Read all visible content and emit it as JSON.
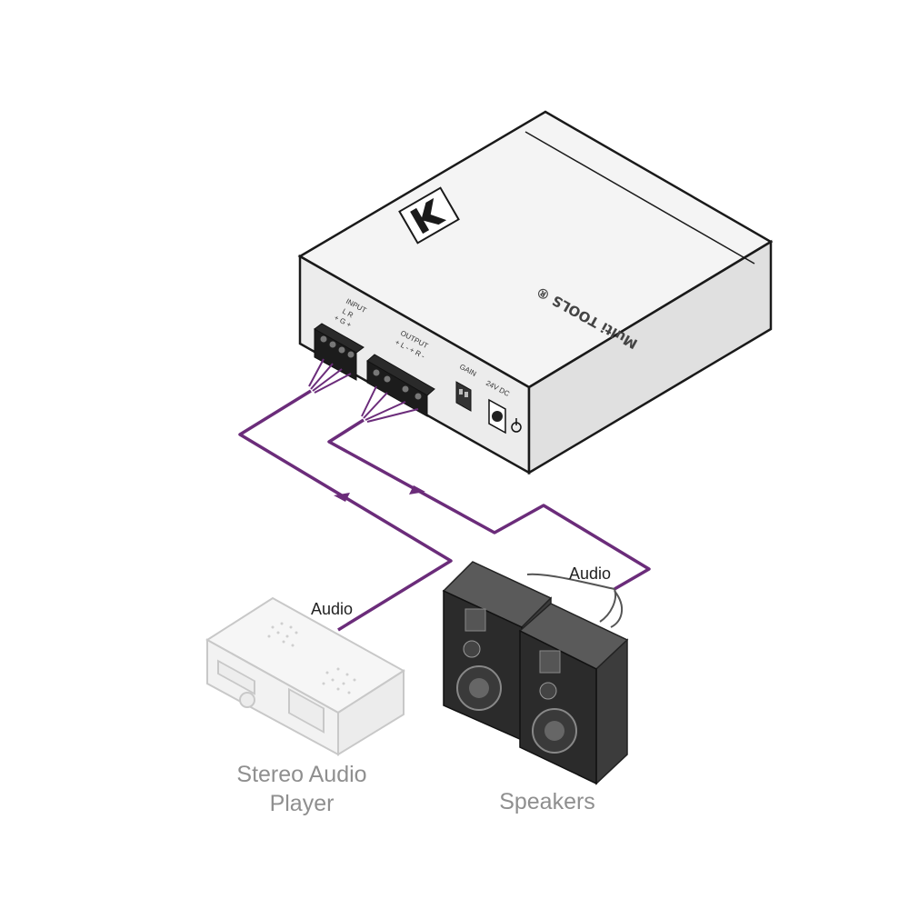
{
  "device": {
    "brand_text": "Multi TOOLS ®",
    "input_title": "INPUT",
    "input_pins": "L   R",
    "input_pins2": "+ G +",
    "output_title": "OUTPUT",
    "output_pins": "+ L -   + R -",
    "gain_label": "GAIN",
    "power_label": "24V DC"
  },
  "cables": {
    "input_label": "Audio",
    "output_label": "Audio",
    "color": "#6b2c7a"
  },
  "captions": {
    "player_line1": "Stereo Audio",
    "player_line2": "Player",
    "speakers": "Speakers"
  }
}
